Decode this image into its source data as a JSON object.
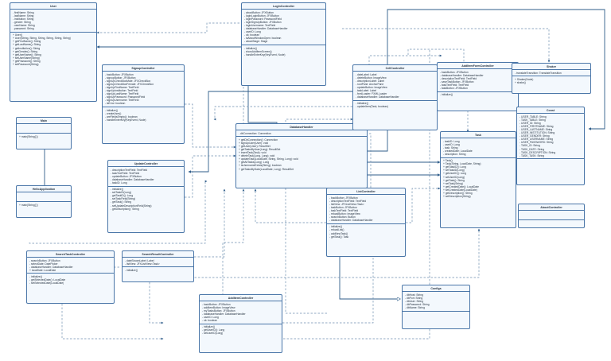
{
  "diagram": {
    "type": "UML class diagram",
    "colors": {
      "border": "#4a76a8",
      "fill": "#f3f8fd",
      "line": "#2f5d8a"
    },
    "classes": {
      "User": {
        "name": "User",
        "attributes": [
          "- firstName: String",
          "- lastName: String",
          "- institution: String",
          "- gender: String",
          "- userName: String",
          "- password: String"
        ],
        "methods": [
          "+ User()",
          "+ User(String, String, String, String, String, String)",
          "+ getFirstName(): String",
          "+ getLastName(): String",
          "+ getInstitution(): String",
          "+ getGender(): String",
          "+ getUserName(): String",
          "+ setUserName(String)",
          "+ getPassword(): String",
          "+ setPassword(String)"
        ]
      },
      "SignupController": {
        "name": "SignupController",
        "attributes": [
          "- backButton: JFXButton",
          "- signupButton: JFXButton",
          "- signUpCheckBoxMale: JFXCheckBox",
          "- signUpCheckBoxFemale: JFXCheckBox",
          "- signUpFirstName: TextField",
          "- signUpInstitution: TextField",
          "- signUpLastName: TextField",
          "- signUpPassword: PasswordField",
          "- signUpUsername: TextField",
          "- isError: boolean"
        ],
        "methods": [
          "- initialize()",
          "- createUser()",
          "- areFieldsEmpty(): boolean",
          "- handleEnterKey(KeyEvent, Node)"
        ]
      },
      "LoginController": {
        "name": "LoginController",
        "attributes": [
          "- aboutButton: JFXButton",
          "- loginLoginButton: JFXButton",
          "- loginPassword: PasswordField",
          "- loginSignUpButton: JFXButton",
          "- loginUsername: TextField",
          "- databaseHandler: DatabaseHandler",
          "- userID: Long",
          "- ok: boolean",
          "- isAboutWindowOpen: boolean",
          "- aboutStage: Stage"
        ],
        "methods": [
          "- initialize()",
          "- showAddItemScreen()",
          "- handleEnterKey(KeyEvent, Node)"
        ]
      },
      "Main": {
        "name": "Main",
        "attributes": [],
        "methods": [
          "+ main(String[ ])"
        ]
      },
      "HelloApplication": {
        "name": "HelloApplication",
        "attributes": [],
        "methods": [
          "+ main(String[ ])"
        ]
      },
      "DatabaseHandler": {
        "name": "DatabaseHandler",
        "attributes": [
          "- dbConnection: Connection"
        ],
        "methods": [
          "+ getDbConnection(): Connection",
          "+ signUpUser(User): void",
          "+ getUser(User): ResultSet",
          "+ getTasksByUser(Long): ResultSet",
          "+ insertTask(Task): void",
          "+ deleteTask(Long, Long): void",
          "+ updateTask(LocalDate, String, String, Long): void",
          "+ getAllTasks(Long): Long",
          "+ isUsernameExists(String): boolean",
          "+ getTasksByDate(LocalDate, Long): ResultSet"
        ]
      },
      "UpdateController": {
        "name": "UpdateController",
        "attributes": [
          "- descriptionTextField: TextField",
          "- taskTextField: TextField",
          "- updateButton: JFXButton",
          "- databaseHandler: DatabaseHandler",
          "- taskID: Long"
        ],
        "methods": [
          "- initialize()",
          "- setTaskID(Long)",
          "- getTaskID(): Long",
          "- setTaskField(String)",
          "- getTask(): String",
          "- setUpdateDescriptionField(String)",
          "- getDescription(): String"
        ]
      },
      "CellController": {
        "name": "CellController",
        "attributes": [
          "- dateLabel: Label",
          "- deleteButton: ImageView",
          "- descriptionLabel: Label",
          "- rootPane: AnchorPane",
          "- updateButton: ImageView",
          "- taskLabel: Label",
          "- fxmlLoader: FXMLLoader",
          "- databaseHandler: DatabaseHandler"
        ],
        "methods": [
          "- initialize()",
          "- updateItem(Task, boolean)"
        ]
      },
      "AddItemFormController": {
        "name": "AddItemFormController",
        "attributes": [
          "- backButton: JFXButton",
          "- databaseHandler: DatabaseHandler",
          "- descriptionTextField: TextField",
          "- saveTaskButton: JFXButton",
          "- taskTextField: TextField",
          "- taskButton: JFXButton"
        ],
        "methods": [
          "- initialize()"
        ]
      },
      "Shaker": {
        "name": "Shaker",
        "attributes": [
          "- translateTransition: TranslateTransition"
        ],
        "methods": [
          "+ Shaker(Node)",
          "+ shake()"
        ]
      },
      "Task": {
        "name": "Task",
        "attributes": [
          "- taskID: Long",
          "- userID: Long",
          "- task: String",
          "- createdDate: LocalDate",
          "- description: String"
        ],
        "methods": [
          "+ Task()",
          "+ Task(String, LocalDate, String)",
          "+ getTaskID(): Long",
          "+ setTaskID(Long)",
          "+ getUserID(): Long",
          "+ setUserID(Long)",
          "+ getTask(): String",
          "+ setTask(String)",
          "+ getCreatedDate(): LocalDate",
          "+ setCreatedDate(LocalDate)",
          "+ getDescription(): String",
          "+ setDescription(String)"
        ]
      },
      "Const": {
        "name": "Const",
        "attributes": [
          "- USER_TABLE: String",
          "- TASK_TABLE: String",
          "- USER_ID: String",
          "- USER_FIRSTNAME: String",
          "- USER_LASTNAME: String",
          "- USER_INSTITUTION: String",
          "- USER_GENDER: String",
          "- USER_USERNAME: String",
          "- USER_PASSWORD: String",
          "- TASK_ID: String",
          "- TASK_DATE: String",
          "- TASK_DESCRIPTION: String",
          "- TASK_TASK: String"
        ],
        "methods": []
      },
      "AboutController": {
        "name": "AboutController",
        "attributes": [],
        "methods": []
      },
      "ListController": {
        "name": "ListController",
        "attributes": [
          "- backButton: JFXButton",
          "- descriptionTextField: TextField",
          "- listView: JFXListView<Task>",
          "- taskButton: JFXButton",
          "- taskTextField: TextField",
          "- reloadButton: ImageView",
          "- searchButton: Button",
          "- databaseHandler: DatabaseHandler"
        ],
        "methods": [
          "- initialize()",
          "- reloadList()",
          "- addNewTask()",
          "- getTask(): Task"
        ]
      },
      "SearchTaskController": {
        "name": "SearchTaskController",
        "attributes": [
          "- searchButton: JFXButton",
          "- selectDate: DatePicker",
          "- databaseHandler: DatabaseHandler",
          "+ localDate: LocalDate"
        ],
        "methods": [
          "- initialize()",
          "- getSelectedDate(): LocalDate",
          "- setSelectedDate(LocalDate)"
        ]
      },
      "SearchResultController": {
        "name": "SearchResultController",
        "attributes": [
          "- dateShownLabel: Label",
          "- listView: JFXListView<Task>"
        ],
        "methods": [
          "- initialize()"
        ]
      },
      "AddItemController": {
        "name": "AddItemController",
        "attributes": [
          "- backButton: JFXButton",
          "- addItemButton: ImageView",
          "- myTasksButton: JFXButton",
          "- databaseHandler: DatabaseHandler",
          "- userID: Long",
          "- ok: boolean"
        ],
        "methods": [
          "- initialize()",
          "- getUserID(): Long",
          "- setUserID(Long)"
        ]
      },
      "Configs": {
        "name": "Configs",
        "attributes": [
          "- dbHost: String",
          "- dbPort: String",
          "- dbUser: String",
          "- dbPassword: String",
          "- dbName: String"
        ],
        "methods": []
      }
    }
  }
}
